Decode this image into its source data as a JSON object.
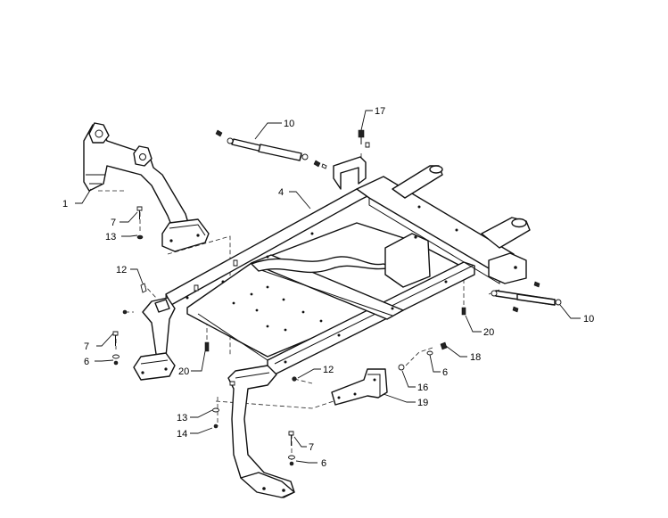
{
  "callouts": {
    "c1": "1",
    "c4": "4",
    "c6a": "6",
    "c6b": "6",
    "c6c": "6",
    "c7a": "7",
    "c7b": "7",
    "c7c": "7",
    "c10a": "10",
    "c10b": "10",
    "c12a": "12",
    "c12b": "12",
    "c13a": "13",
    "c13b": "13",
    "c14": "14",
    "c16": "16",
    "c17": "17",
    "c18": "18",
    "c19": "19",
    "c20a": "20",
    "c20b": "20"
  },
  "colors": {
    "line": "#111111",
    "background": "#ffffff"
  }
}
